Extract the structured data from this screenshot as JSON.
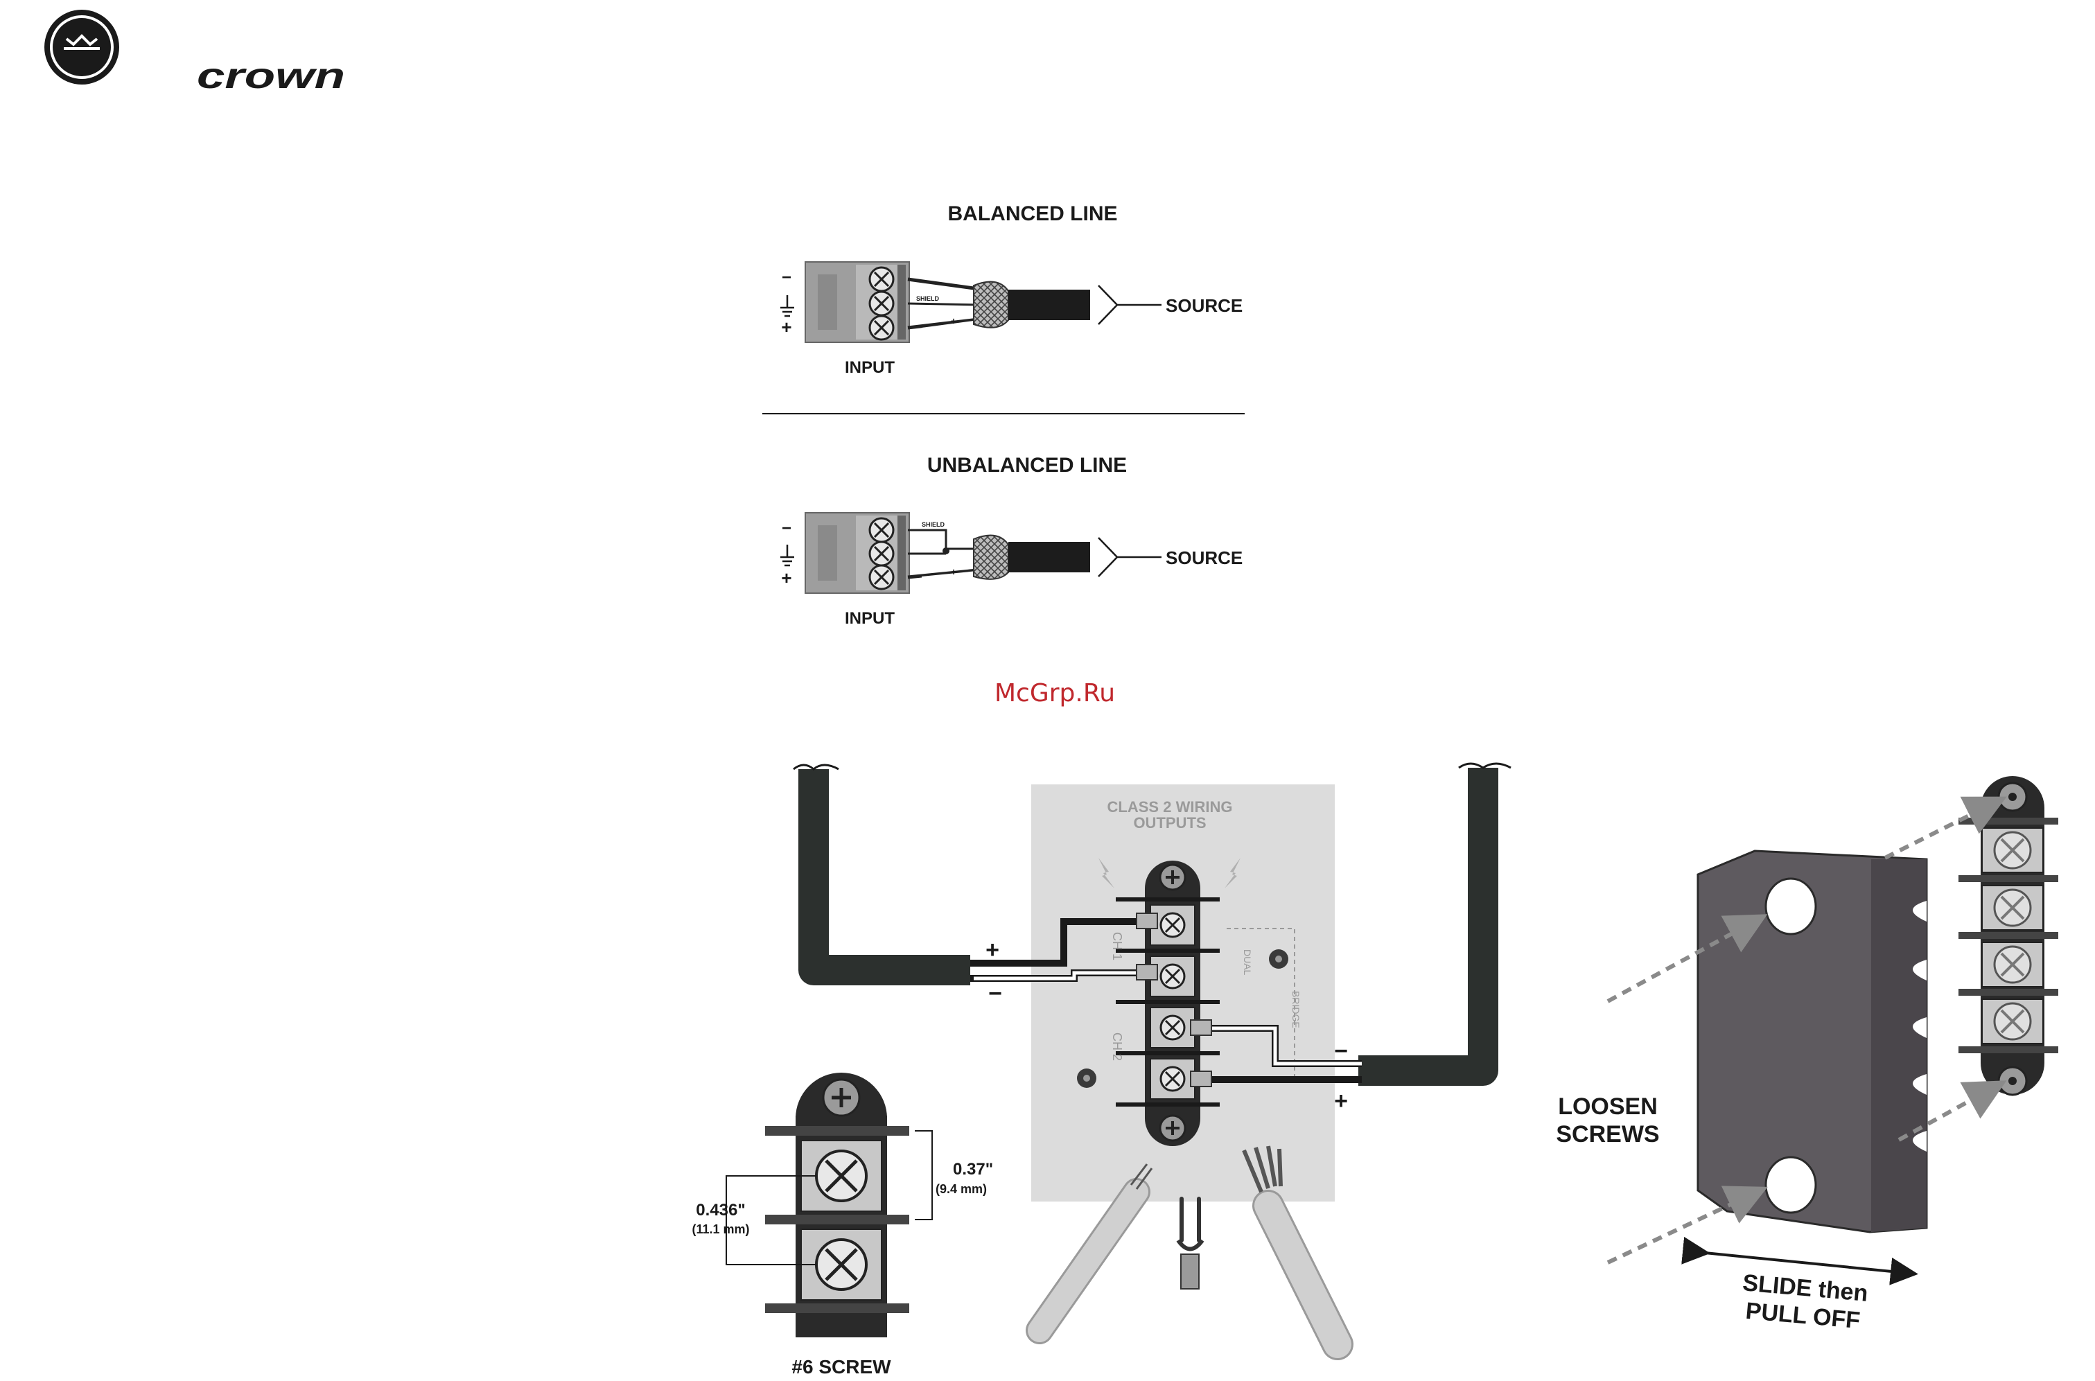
{
  "brand": {
    "logo_icon": "crown-circle-logo",
    "wordmark": "crown"
  },
  "balanced": {
    "title": "BALANCED LINE",
    "minus": "−",
    "plus": "+",
    "input_label": "INPUT",
    "source_label": "SOURCE",
    "wire_tags": [
      "SHIELD",
      "+"
    ]
  },
  "unbalanced": {
    "title": "UNBALANCED LINE",
    "minus": "−",
    "plus": "+",
    "input_label": "INPUT",
    "source_label": "SOURCE",
    "wire_tags": [
      "SHIELD",
      "+"
    ]
  },
  "watermark": "McGrp.Ru",
  "output_panel": {
    "title_line1": "CLASS 2 WIRING",
    "title_line2": "OUTPUTS",
    "ch1": "CH 1",
    "ch2": "CH 2",
    "left_plus": "+",
    "left_minus": "−",
    "right_minus": "−",
    "right_plus": "+",
    "bridge": "BRIDGE",
    "dual": "DUAL"
  },
  "screw_detail": {
    "dim1_line1": "0.37\"",
    "dim1_line2": "(9.4 mm)",
    "dim2_line1": "0.436\"",
    "dim2_line2": "(11.1 mm)",
    "caption": "#6 SCREW"
  },
  "cover": {
    "loosen_line1": "LOOSEN",
    "loosen_line2": "SCREWS",
    "slide_line1": "SLIDE then",
    "slide_line2": "PULL OFF"
  },
  "colors": {
    "ink": "#1a1a1a",
    "block_gray": "#9e9e9e",
    "panel_gray": "#dcdcdc",
    "cable_dark": "#2c302e",
    "cover_gray": "#5e5a5f",
    "watermark_red": "#c0282d"
  }
}
